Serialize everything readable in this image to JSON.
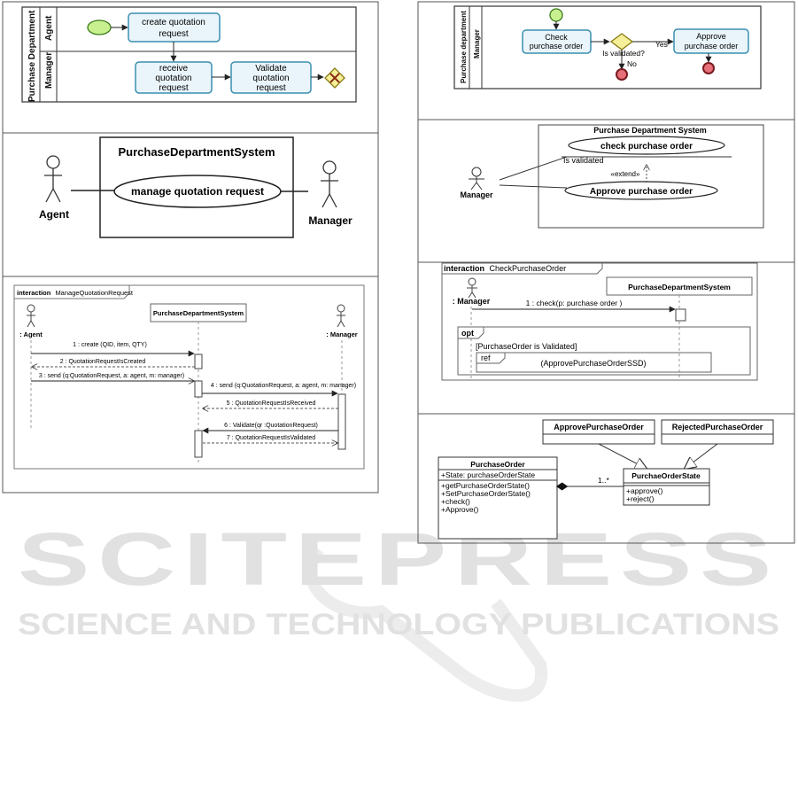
{
  "watermark": {
    "main": "SCITEPRESS",
    "sub": "SCIENCE AND TECHNOLOGY PUBLICATIONS"
  },
  "bpmn_quotation": {
    "pool": "Purchase Department",
    "lane_agent": "Agent",
    "lane_manager": "Manager",
    "task_create": [
      "create quotation",
      "request"
    ],
    "task_receive": [
      "receive",
      "quotation",
      "request"
    ],
    "task_validate": [
      "Validate",
      "quotation",
      "request"
    ]
  },
  "usecase_quotation": {
    "system": "PurchaseDepartmentSystem",
    "usecase": "manage quotation request",
    "actor_agent": "Agent",
    "actor_manager": "Manager"
  },
  "seq_quotation": {
    "frame_keyword": "interaction",
    "frame_name": "ManageQuotationRequest",
    "lifeline_agent": ": Agent",
    "lifeline_system": "PurchaseDepartmentSystem",
    "lifeline_manager": ": Manager",
    "messages": [
      "1 : create (QID, item, QTY)",
      "2 : QuotationRequestIsCreated",
      "3 : send (q:QuotationRequest, a: agent, m: manager)",
      "4 : send (q:QuotationRequest, a: agent, m: manager)",
      "5 : QuotationRequestIsReceived",
      "6 : Validate(qr :QuotationRequest)",
      "7 : QuotationRequestIsValidated"
    ]
  },
  "bpmn_check": {
    "pool": "Purchase department",
    "lane": "Manager",
    "task_check": [
      "Check",
      "purchase order"
    ],
    "gateway": "Is validated?",
    "yes": "Yes",
    "no": "No",
    "task_approve": [
      "Approve",
      "purchase order"
    ]
  },
  "usecase_check": {
    "system": "Purchase Department System",
    "uc_check": "check purchase order",
    "condition": "Is validated",
    "extend": "«extend»",
    "uc_approve": "Approve purchase order",
    "actor": "Manager"
  },
  "seq_check": {
    "frame_keyword": "interaction",
    "frame_name": "CheckPurchaseOrder",
    "lifeline_manager": ": Manager",
    "lifeline_system": "PurchaseDepartmentSystem",
    "message": "1 : check(p: purchase order )",
    "opt": "opt",
    "guard": "[PurchaseOrder is Validated]",
    "ref": "ref",
    "ref_target": "(ApprovePurchaseOrderSSD)"
  },
  "class_diagram": {
    "approve_class": "ApprovePurchaseOrder",
    "rejected_class": "RejectedPurchaseOrder",
    "order_class": "PurchaseOrder",
    "order_attr": "+State: purchaseOrderState",
    "order_ops": [
      "+getPurchaseOrderState()",
      "+SetPurchaseOrderState()",
      "+check()",
      "+Approve()"
    ],
    "state_class": "PurchaeOrderState",
    "state_ops": [
      "+approve()",
      "+reject()"
    ],
    "multiplicity": "1..*"
  }
}
